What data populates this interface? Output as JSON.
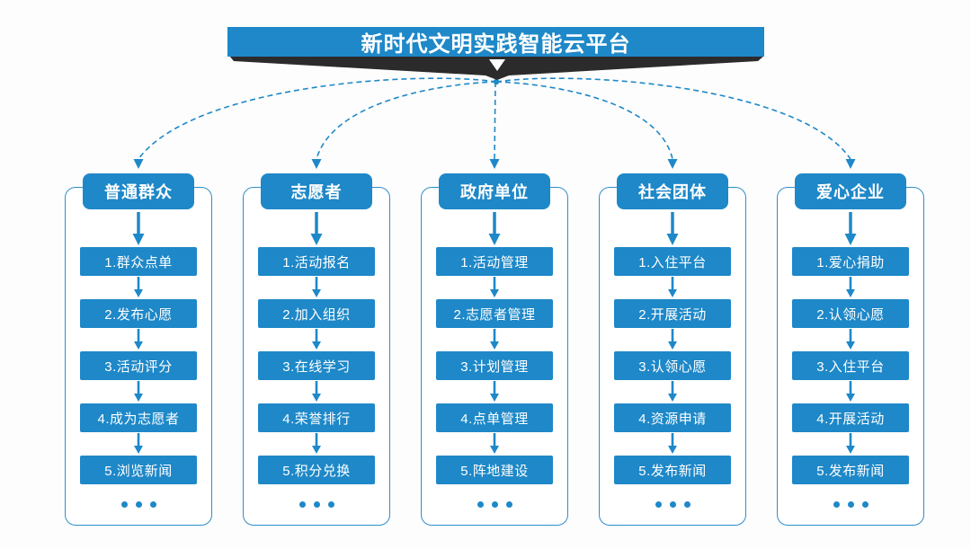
{
  "title": "新时代文明实践智能云平台",
  "colors": {
    "primary_blue": "#1e88c8",
    "outline_blue": "#2e8ec9",
    "ribbon_dark": "#2b2b2b",
    "background": "#fdfdfd",
    "text_on_blue": "#ffffff"
  },
  "icons": {
    "banner_down_arrow": "▼",
    "connector_style": "dashed-curve-with-arrowhead",
    "step_arrow": "↓"
  },
  "columns": [
    {
      "header": "普通群众",
      "items": [
        "1.群众点单",
        "2.发布心愿",
        "3.活动评分",
        "4.成为志愿者",
        "5.浏览新闻"
      ],
      "ellipsis": "• • •"
    },
    {
      "header": "志愿者",
      "items": [
        "1.活动报名",
        "2.加入组织",
        "3.在线学习",
        "4.荣誉排行",
        "5.积分兑换"
      ],
      "ellipsis": "• • •"
    },
    {
      "header": "政府单位",
      "items": [
        "1.活动管理",
        "2.志愿者管理",
        "3.计划管理",
        "4.点单管理",
        "5.阵地建设"
      ],
      "ellipsis": "• • •"
    },
    {
      "header": "社会团体",
      "items": [
        "1.入住平台",
        "2.开展活动",
        "3.认领心愿",
        "4.资源申请",
        "5.发布新闻"
      ],
      "ellipsis": "• • •"
    },
    {
      "header": "爱心企业",
      "items": [
        "1.爱心捐助",
        "2.认领心愿",
        "3.入住平台",
        "4.开展活动",
        "5.发布新闻"
      ],
      "ellipsis": "• • •"
    }
  ]
}
